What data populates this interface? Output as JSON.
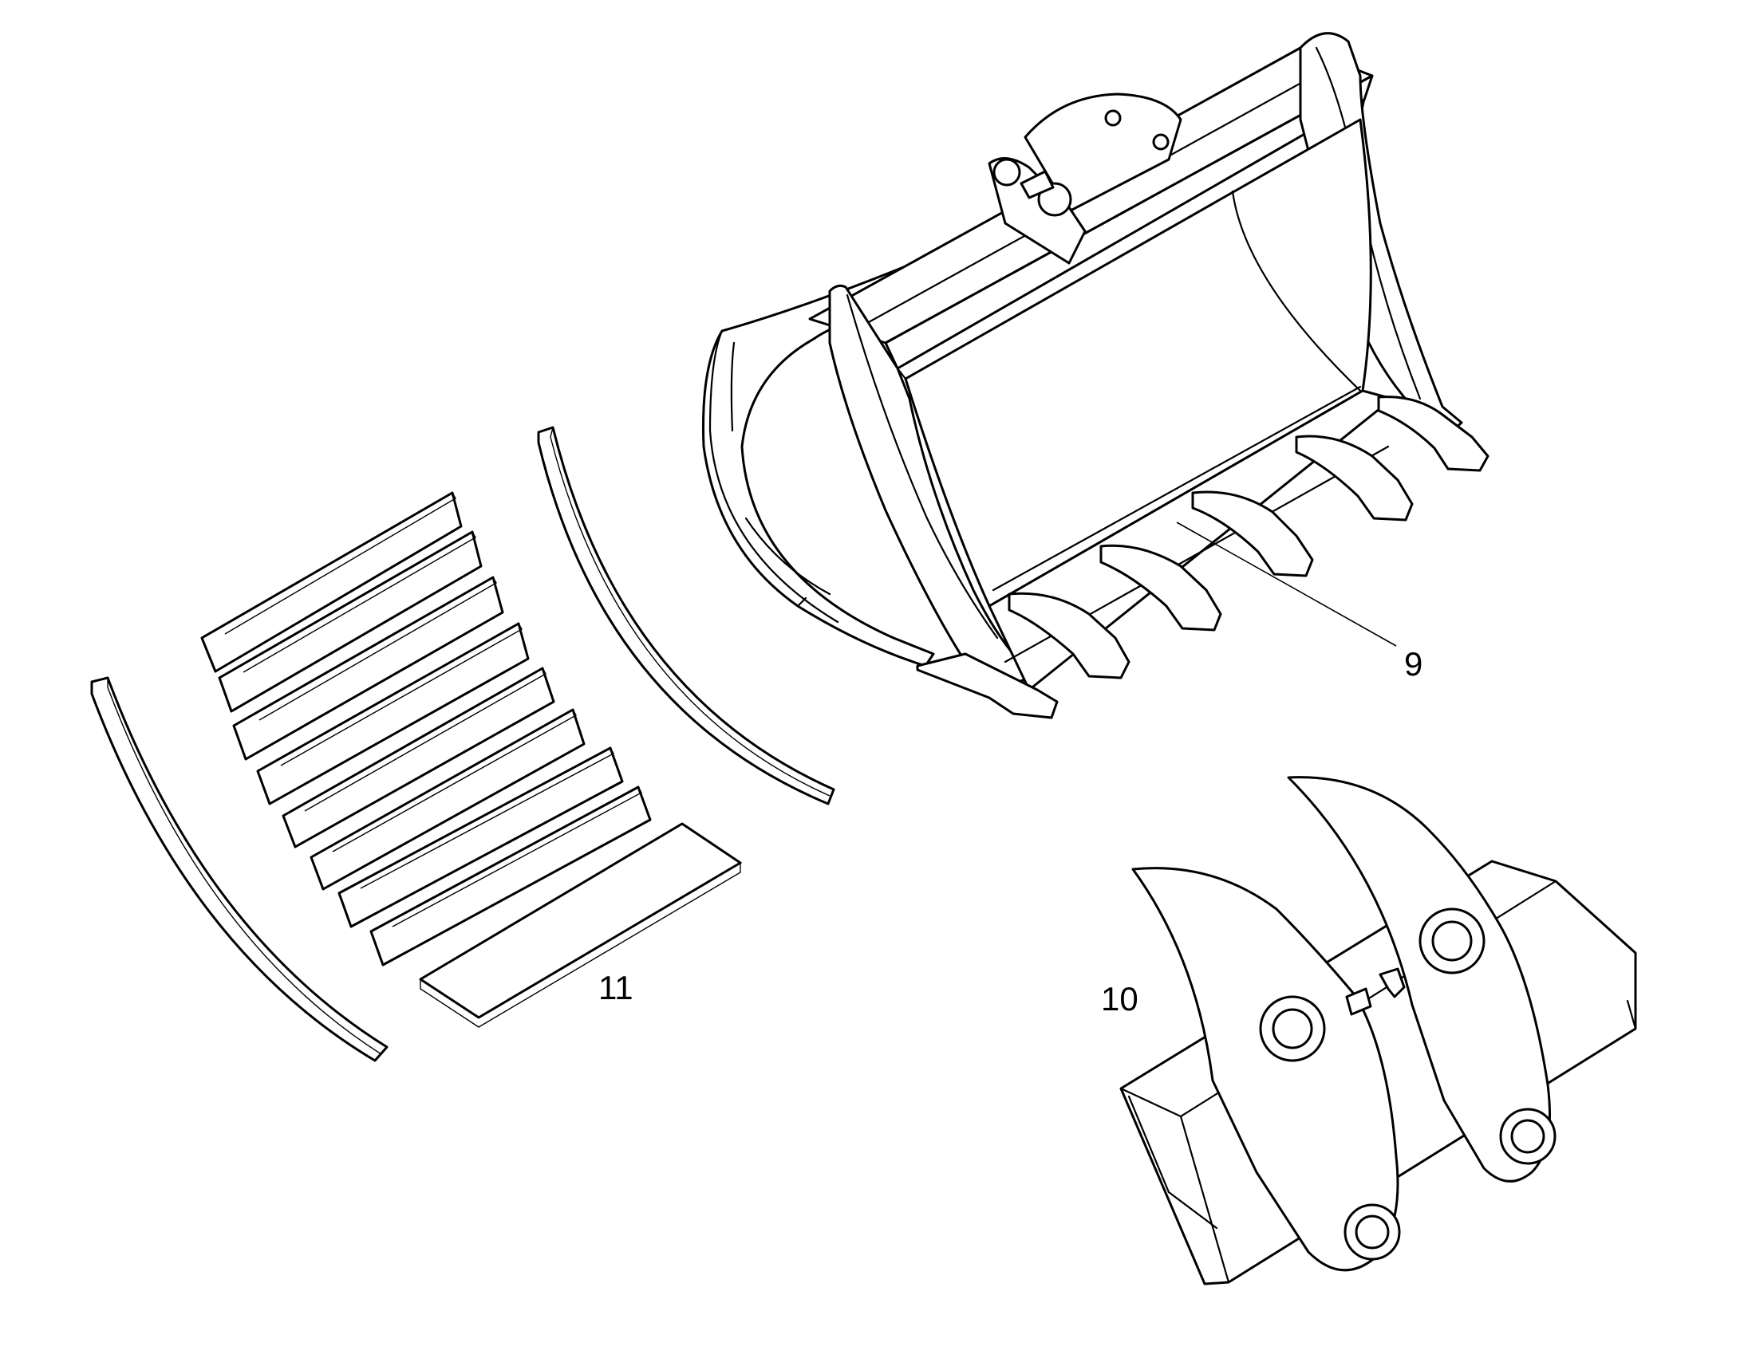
{
  "figure": {
    "parts": [
      {
        "number": "9",
        "item": "bucket"
      },
      {
        "number": "10",
        "item": "lifting-lug-beam"
      },
      {
        "number": "11",
        "item": "wear-plates"
      }
    ]
  },
  "callouts": {
    "bucket": "9",
    "beam": "10",
    "plates": "11"
  }
}
